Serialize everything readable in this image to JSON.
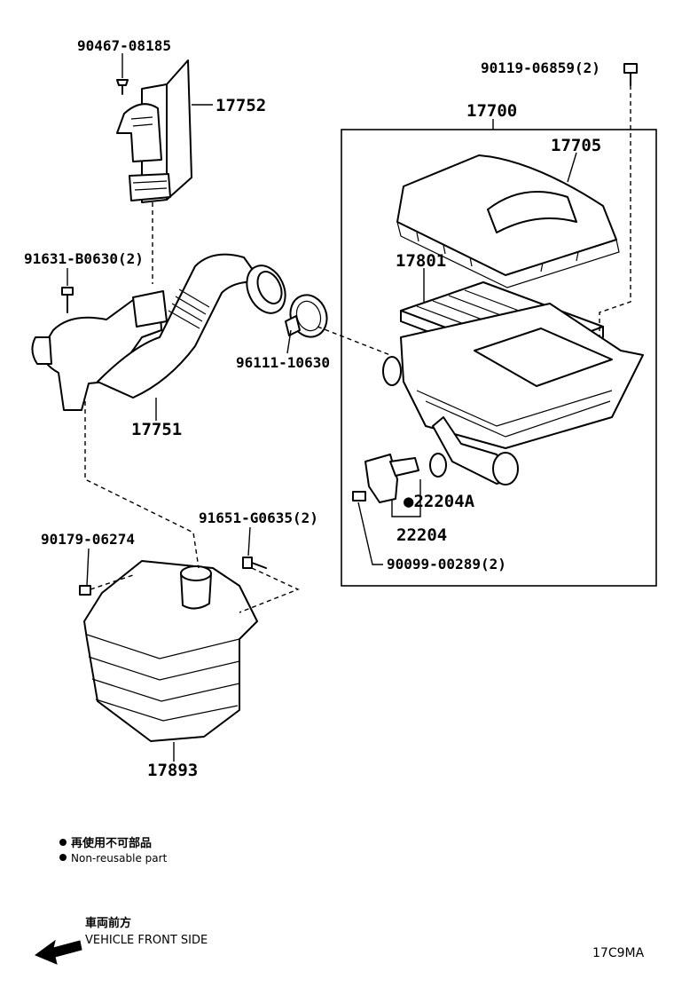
{
  "labels": {
    "p90467": "90467-08185",
    "p17752": "17752",
    "p90119": "90119-06859(2)",
    "p17700": "17700",
    "p17705": "17705",
    "p91631": "91631-B0630(2)",
    "p17801": "17801",
    "p96111": "96111-10630",
    "p17751": "17751",
    "p22204A": "●22204A",
    "p22204": "22204",
    "p91651": "91651-G0635(2)",
    "p90179": "90179-06274",
    "p90099": "90099-00289(2)",
    "p17893": "17893"
  },
  "legend": {
    "jp": "再使用不可部品",
    "en": "Non-reusable part"
  },
  "direction": {
    "jp": "車両前方",
    "en": "VEHICLE FRONT SIDE"
  },
  "figure_code": "17C9MA"
}
